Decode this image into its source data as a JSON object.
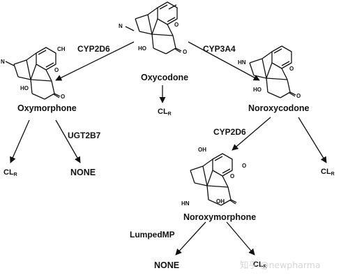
{
  "compounds": {
    "oxycodone": "Oxycodone",
    "oxymorphone": "Oxymorphone",
    "noroxycodone": "Noroxycodone",
    "noroxymorphone": "Noroxymorphone"
  },
  "enzymes": {
    "cyp2d6_top": "CYP2D6",
    "cyp3a4": "CYP3A4",
    "ugt2b7": "UGT2B7",
    "cyp2d6_mid": "CYP2D6",
    "lumpedmp": "LumpedMP"
  },
  "outcomes": {
    "cl_main": "CL",
    "cl_sub": "R",
    "none": "NONE"
  },
  "atoms": {
    "n": "N",
    "nh": "HN",
    "ho": "HO",
    "oh": "OH",
    "o": "O",
    "ch": "CH"
  },
  "watermark": "知乎 @newpharma"
}
